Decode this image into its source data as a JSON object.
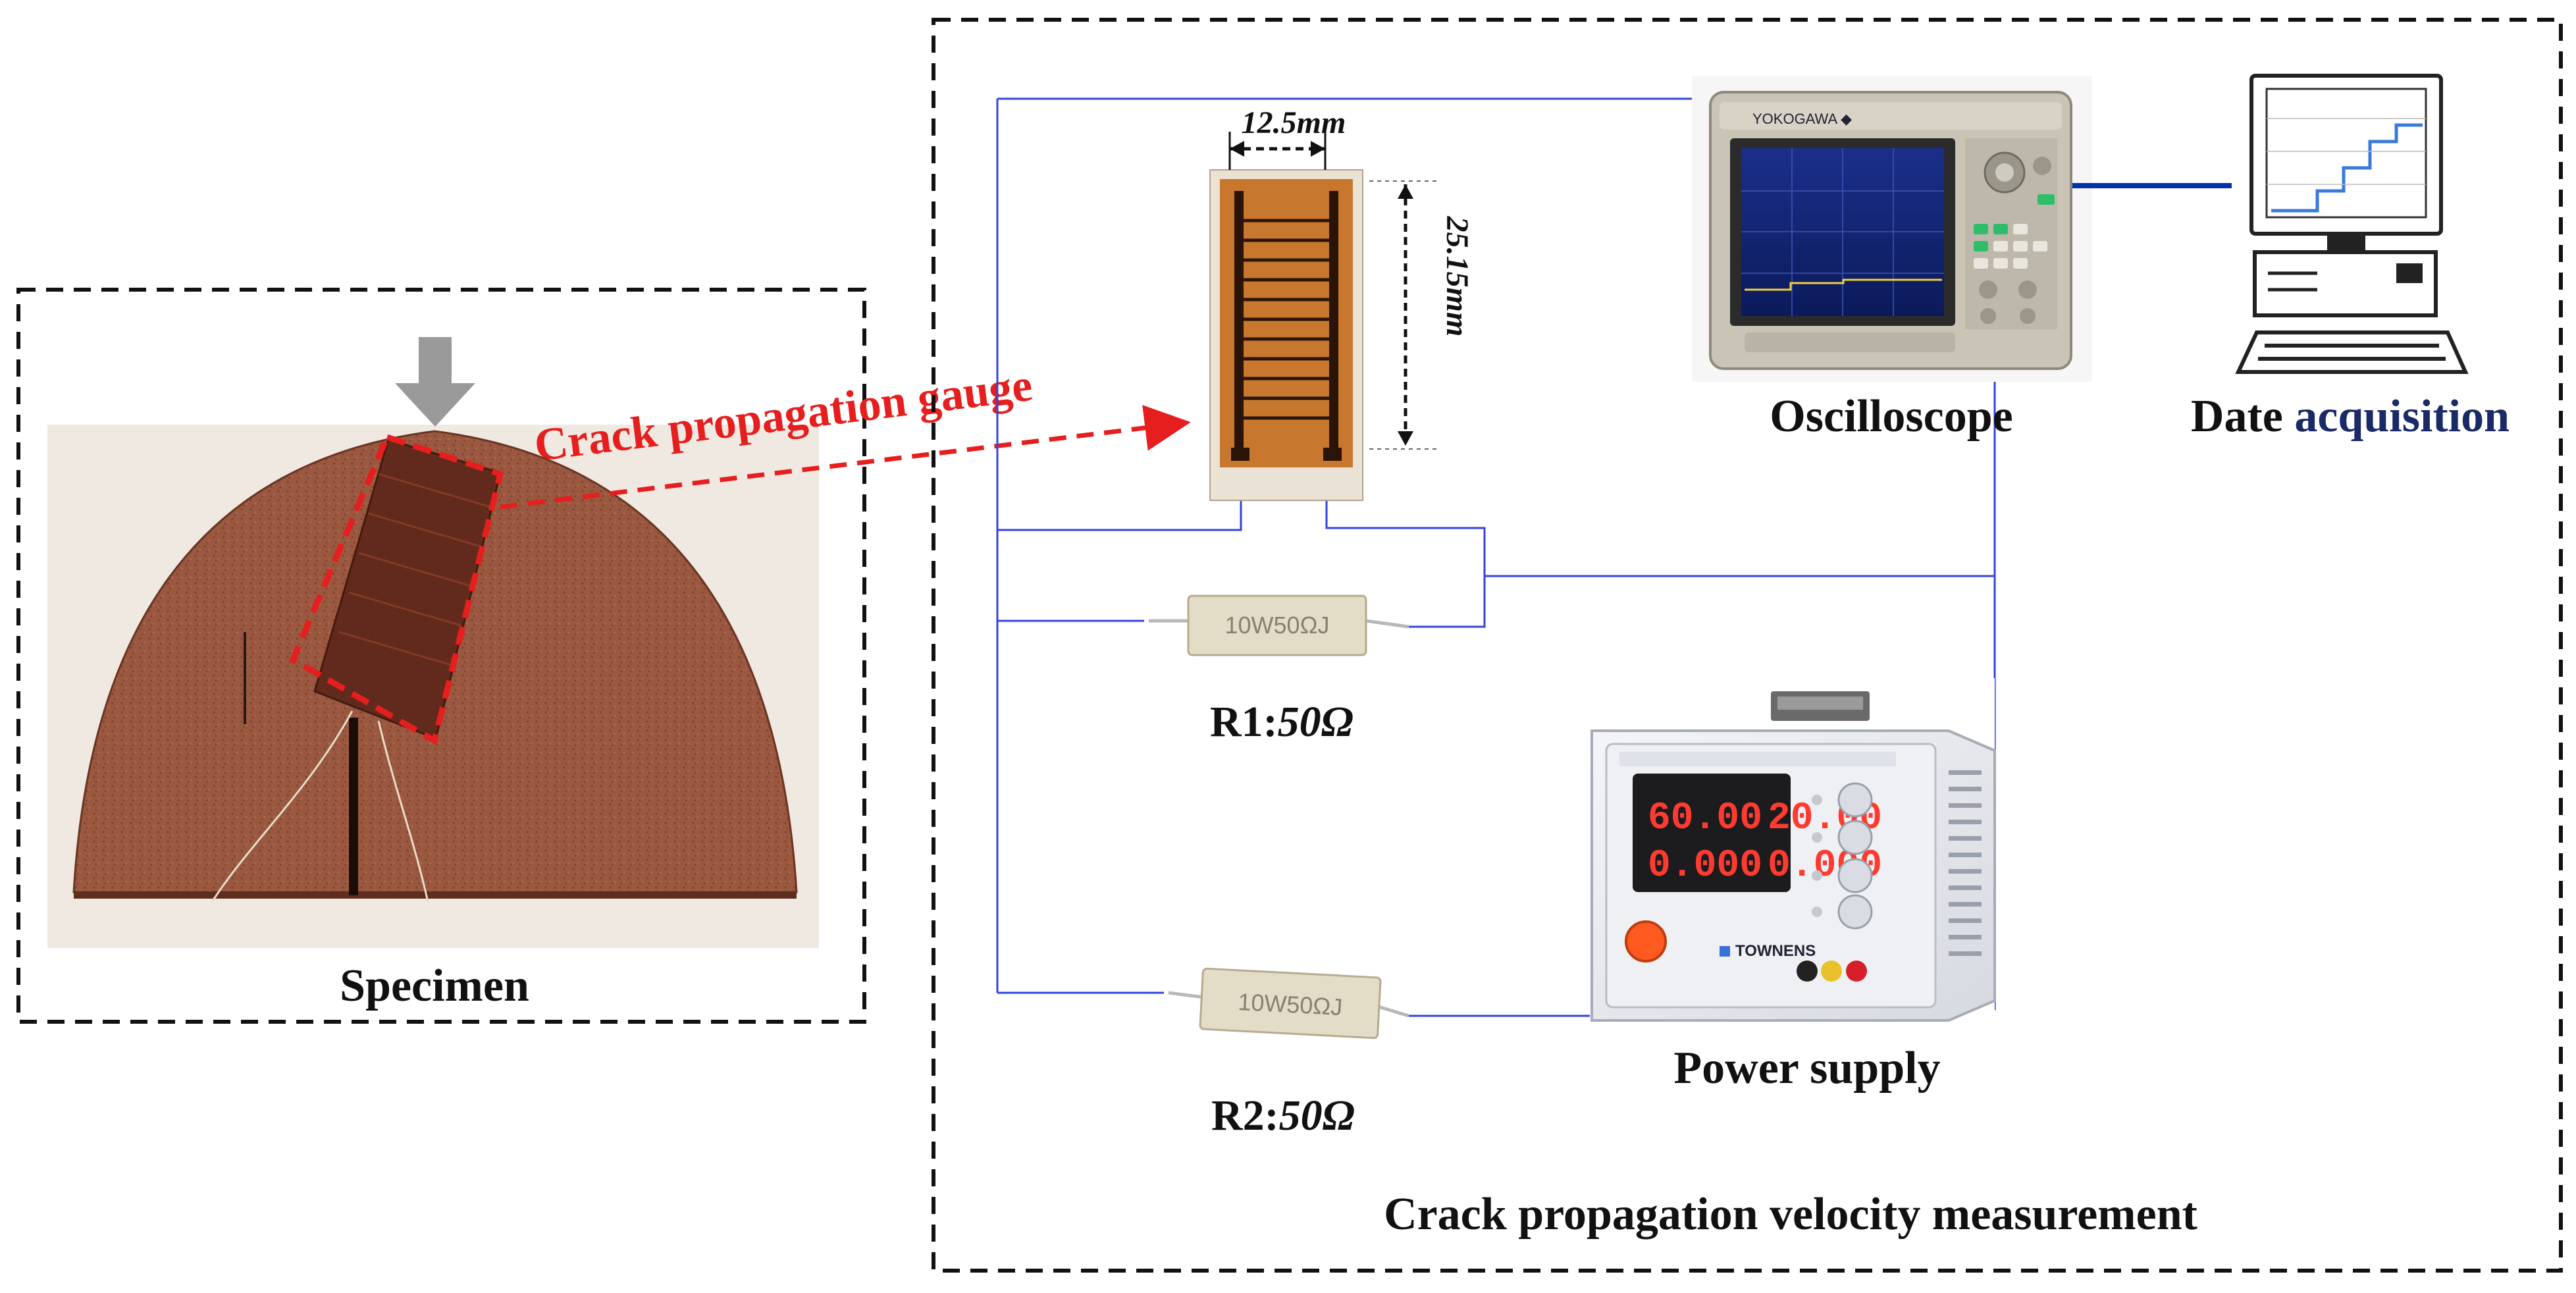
{
  "specimen_panel": {
    "caption": "Specimen"
  },
  "gauge": {
    "callout": "Crack propagation gauge",
    "width_label": "12.5mm",
    "height_label": "25.15mm"
  },
  "resistors": {
    "r1": {
      "name": "R1:",
      "value": "50Ω",
      "print": "10W50ΩJ"
    },
    "r2": {
      "name": "R2:",
      "value": "50Ω",
      "print": "10W50ΩJ"
    }
  },
  "oscilloscope": {
    "label": "Oscilloscope",
    "brand": "YOKOGAWA ◆"
  },
  "computer": {
    "label_part1": "Date ",
    "label_part2": "acquisition"
  },
  "power_supply": {
    "label": "Power supply",
    "brand": "TOWNENS",
    "display": [
      "60.00",
      "20.00",
      "0.000",
      "0.000"
    ]
  },
  "measurement_panel": {
    "caption": "Crack propagation velocity measurement"
  },
  "colors": {
    "wire": "#3344dd",
    "callout": "#e61e1e",
    "specimen": "#9a5840",
    "gauge": "#c8782e",
    "accent_blue": "#0033aa"
  }
}
